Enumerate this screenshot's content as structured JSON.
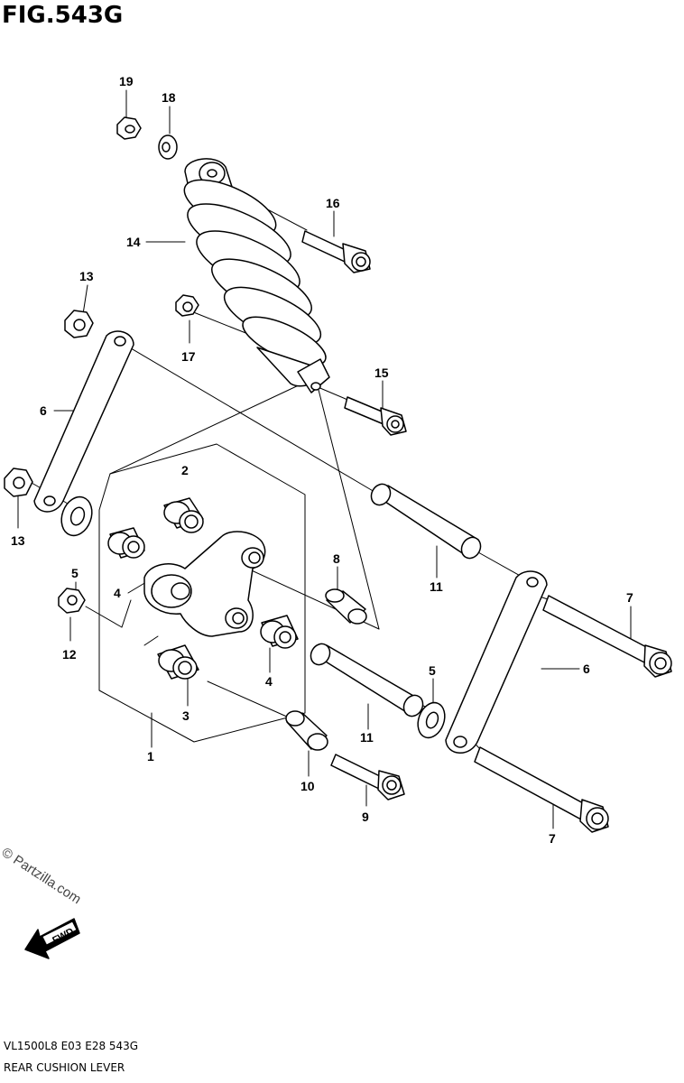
{
  "figure": {
    "title": "FIG.543G"
  },
  "callouts": {
    "c19": "19",
    "c18": "18",
    "c16": "16",
    "c14": "14",
    "c13a": "13",
    "c17": "17",
    "c15": "15",
    "c6a": "6",
    "c13b": "13",
    "c2": "2",
    "c8": "8",
    "c11a": "11",
    "c5a": "5",
    "c4a": "4",
    "c12": "12",
    "c7a": "7",
    "c6b": "6",
    "c4b": "4",
    "c5b": "5",
    "c3": "3",
    "c11b": "11",
    "c1": "1",
    "c10": "10",
    "c9": "9",
    "c7b": "7"
  },
  "watermark": "© Partzilla.com",
  "fwd_label": "FWD",
  "footer": {
    "code": "VL1500L8  E03  E28  543G",
    "name": "REAR CUSHION LEVER"
  }
}
